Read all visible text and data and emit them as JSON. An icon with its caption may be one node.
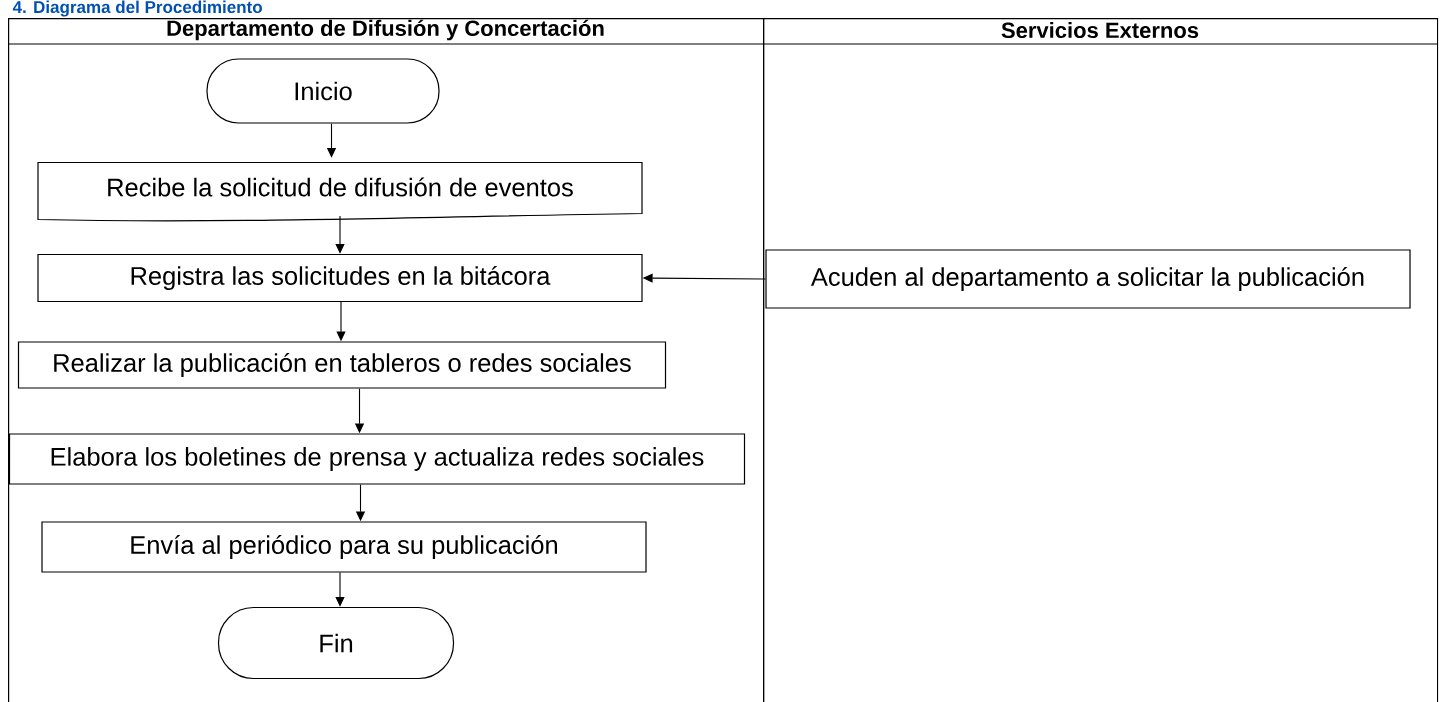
{
  "diagram": {
    "title": "4. Diagrama del Procedimiento",
    "nodes": [
      {
        "text": [
          "Departamento de Difusión y Concertación"
        ]
      },
      {
        "text": [
          "Servicios Externos"
        ]
      },
      {
        "text": [
          "Inicio"
        ],
        "in": 0
      },
      {
        "text": [
          "Recibe la solicitud de difusión de eventos"
        ],
        "in": 0
      },
      {
        "text": [
          "Registra las solicitudes en la bitácora"
        ],
        "in": 0
      },
      {
        "text": [
          "Realizar la publicación en tableros o redes sociales"
        ],
        "in": 0
      },
      {
        "text": [
          "Elabora los boletines de prensa y actualiza redes sociales"
        ],
        "in": 0
      },
      {
        "text": [
          "Envía al periódico para su publicación"
        ],
        "in": 0
      },
      {
        "text": [
          "Fin"
        ],
        "in": 0
      },
      {
        "text": [
          "Acuden al departamento a solicitar la publicación"
        ],
        "in": 1
      }
    ],
    "edges": [
      {
        "from": 2,
        "to": 3,
        "arrow": "to"
      },
      {
        "from": 3,
        "to": 4,
        "arrow": "to"
      },
      {
        "from": 4,
        "to": 5,
        "arrow": "to"
      },
      {
        "from": 5,
        "to": 6,
        "arrow": "to"
      },
      {
        "from": 6,
        "to": 7,
        "arrow": "to"
      },
      {
        "from": 7,
        "to": 8,
        "arrow": "to"
      },
      {
        "from": 9,
        "to": 4,
        "arrow": "to"
      }
    ]
  }
}
